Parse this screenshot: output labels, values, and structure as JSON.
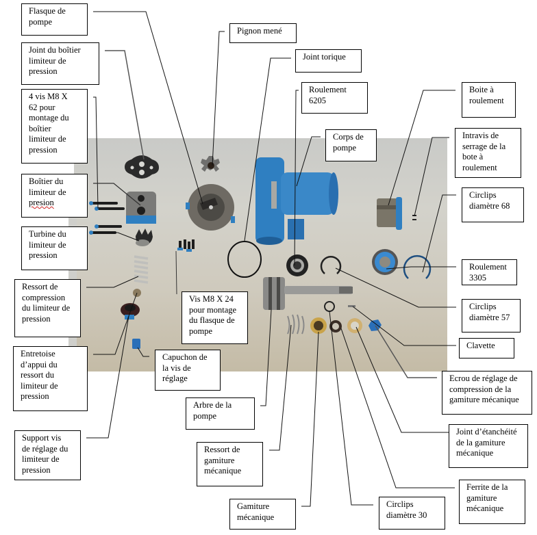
{
  "diagram": {
    "title": "Vue éclatée pompe",
    "photo_background": "#cfcdc6",
    "part_color": "#2f7fc1",
    "labels": [
      {
        "id": "flasque-de-pompe",
        "text": "Flasque de\npompe"
      },
      {
        "id": "joint-boitier-limiteur",
        "text": "Joint du boîtier\nlimiteur de\npression"
      },
      {
        "id": "vis-m8x62",
        "text": "4 vis M8 X\n62 pour\nmontage du\nboîtier\nlimiteur de\npression"
      },
      {
        "id": "boitier-limiteur",
        "text": "Boîtier du\nlimiteur de\n",
        "misspelled": "presion"
      },
      {
        "id": "turbine-limiteur",
        "text": "Turbine du\nlimiteur de\npression"
      },
      {
        "id": "ressort-compression",
        "text": "Ressort de\ncompression\ndu limiteur de\npression"
      },
      {
        "id": "entretoise",
        "text": "Entretoise\nd’appui du\nressort du\nlimiteur de\npression"
      },
      {
        "id": "support-vis-reglage",
        "text": "Support vis\nde réglage du\nlimiteur de\npression"
      },
      {
        "id": "pignon-mene",
        "text": "Pignon mené"
      },
      {
        "id": "joint-torique",
        "text": "Joint torique"
      },
      {
        "id": "roulement-6205",
        "text": "Roulement\n6205"
      },
      {
        "id": "corps-de-pompe",
        "text": "Corps de\npompe"
      },
      {
        "id": "boite-a-roulement",
        "text": "Boite à\nroulement"
      },
      {
        "id": "intravis",
        "text": "Intravis de\nserrage de la\nbote à\nroulement"
      },
      {
        "id": "circlips-68",
        "text": "Circlips\ndiamètre 68"
      },
      {
        "id": "roulement-3305",
        "text": "Roulement\n3305"
      },
      {
        "id": "circlips-57",
        "text": "Circlips\ndiamètre 57"
      },
      {
        "id": "clavette",
        "text": "Clavette"
      },
      {
        "id": "ecrou-reglage",
        "text": "Ecrou de réglage de\ncompression de la\ngamiture mécanique"
      },
      {
        "id": "joint-etancheite",
        "text": "Joint d’étanchéité\nde la gamiture\nmécanique"
      },
      {
        "id": "ferrite",
        "text": "Ferrite de la\ngamiture\nmécanique"
      },
      {
        "id": "circlips-30",
        "text": "Circlips\ndiamètre 30"
      },
      {
        "id": "garniture-mecanique",
        "text": "Gamiture\nmécanique"
      },
      {
        "id": "ressort-garniture",
        "text": "Ressort de\ngamiture\nmécanique"
      },
      {
        "id": "arbre-pompe",
        "text": "Arbre de la\npompe"
      },
      {
        "id": "vis-m8x24",
        "text": "Vis M8 X 24\npour montage\ndu flasque de\npompe"
      },
      {
        "id": "capuchon-vis-reglage",
        "text": "Capuchon de\nla vis de\nréglage"
      }
    ]
  }
}
